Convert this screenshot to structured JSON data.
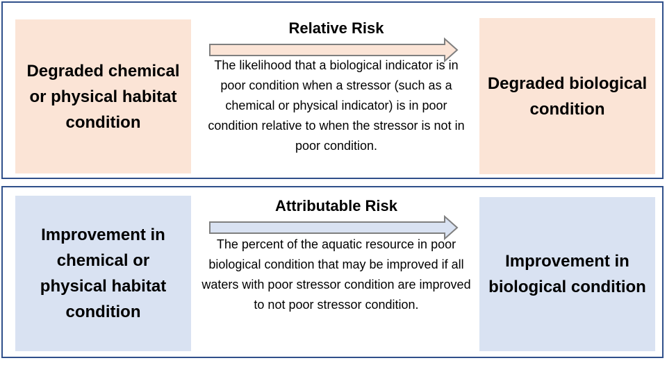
{
  "relative_risk": {
    "left_box": "Degraded chemical or physical habitat condition",
    "title": "Relative Risk",
    "description": "The likelihood that a biological indicator is in poor condition when a stressor (such as a chemical or physical indicator) is in poor condition relative to when the stressor is not in poor condition.",
    "right_box": "Degraded biological condition",
    "color": "#fbe4d6"
  },
  "attributable_risk": {
    "left_box": "Improvement in chemical or physical habitat condition",
    "title": "Attributable Risk",
    "description": "The percent of the aquatic resource in poor biological condition that may be improved if all waters with poor stressor condition are improved to not poor stressor condition.",
    "right_box": "Improvement in biological condition",
    "color": "#d9e2f2"
  },
  "border_color": "#2f4f8a",
  "arrow_stroke": "#7f7f7f"
}
